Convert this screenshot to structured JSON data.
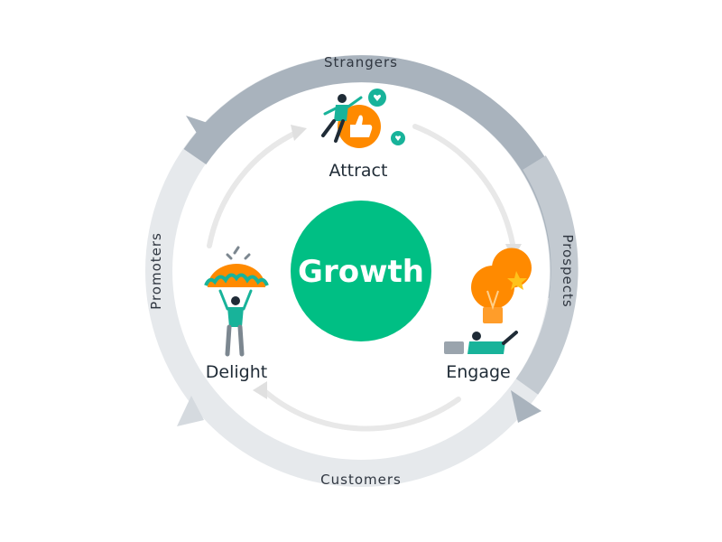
{
  "outer_ring": {
    "top_label": "Strangers",
    "right_label": "Prospects",
    "bottom_label": "Customers",
    "left_label": "Promoters"
  },
  "stages": {
    "attract": "Attract",
    "engage": "Engage",
    "delight": "Delight"
  },
  "center": {
    "label": "Growth"
  },
  "colors": {
    "ring_dark": "#a9b3bd",
    "ring_light": "#e6e9ec",
    "inner_arrow": "#e8e8e8",
    "center_green": "#00bf84",
    "accent_orange": "#ff8a00",
    "accent_teal": "#18b39a",
    "text_dark": "#1f2b36"
  }
}
